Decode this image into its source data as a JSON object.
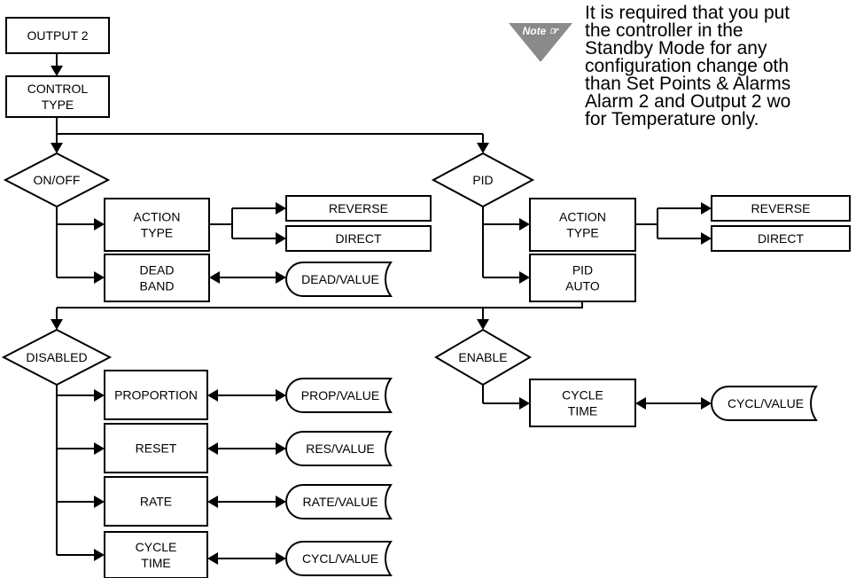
{
  "note": {
    "badge": "Note ☞",
    "lines": [
      "It is required that you put",
      "the controller in the",
      "Standby Mode for any",
      "configuration change oth",
      "than Set Points & Alarms",
      "Alarm 2 and Output 2 wo",
      "for Temperature only."
    ]
  },
  "nodes": {
    "output2": [
      "OUTPUT 2"
    ],
    "control_type": [
      "CONTROL",
      "TYPE"
    ],
    "onoff": [
      "ON/OFF"
    ],
    "pid": [
      "PID"
    ],
    "onoff_action": [
      "ACTION",
      "TYPE"
    ],
    "onoff_reverse": [
      "REVERSE"
    ],
    "onoff_direct": [
      "DIRECT"
    ],
    "dead_band": [
      "DEAD",
      "BAND"
    ],
    "dead_value": [
      "DEAD/VALUE"
    ],
    "pid_action": [
      "ACTION",
      "TYPE"
    ],
    "pid_reverse": [
      "REVERSE"
    ],
    "pid_direct": [
      "DIRECT"
    ],
    "pid_auto": [
      "PID",
      "AUTO"
    ],
    "disabled": [
      "DISABLED"
    ],
    "enable": [
      "ENABLE"
    ],
    "proportion": [
      "PROPORTION"
    ],
    "prop_value": [
      "PROP/VALUE"
    ],
    "reset": [
      "RESET"
    ],
    "res_value": [
      "RES/VALUE"
    ],
    "rate": [
      "RATE"
    ],
    "rate_value": [
      "RATE/VALUE"
    ],
    "cycle_time_left": [
      "CYCLE",
      "TIME"
    ],
    "cycl_value_left": [
      "CYCL/VALUE"
    ],
    "cycle_time_right": [
      "CYCLE",
      "TIME"
    ],
    "cycl_value_right": [
      "CYCL/VALUE"
    ]
  }
}
